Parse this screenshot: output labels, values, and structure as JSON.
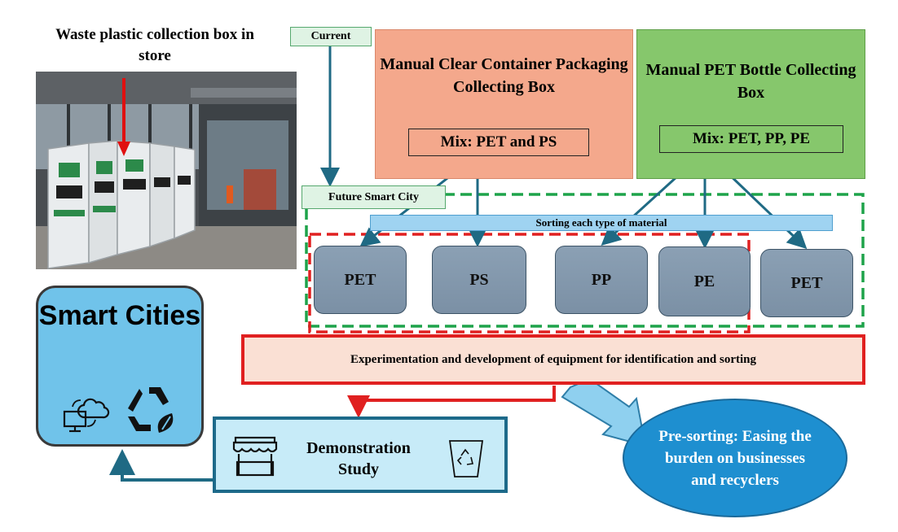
{
  "photo": {
    "title": "Waste plastic collection box in store"
  },
  "tags": {
    "current": "Current",
    "future": "Future Smart City"
  },
  "boxes": {
    "clear_title": "Manual Clear Container Packaging Collecting Box",
    "clear_mix": "Mix: PET and PS",
    "pet_title": "Manual PET Bottle Collecting Box",
    "pet_mix": "Mix: PET, PP, PE"
  },
  "sorting_bar": "Sorting each type of material",
  "materials": [
    "PET",
    "PS",
    "PP",
    "PE",
    "PET"
  ],
  "experimentation": "Experimentation and development of equipment for identification and sorting",
  "smart_cities": "Smart Cities",
  "demonstration": "Demonstration Study",
  "presorting": "Pre-sorting: Easing the burden on businesses and recyclers",
  "colors": {
    "clear_box": "#f4a88c",
    "pet_box": "#86c76c",
    "red_dash": "#e02020",
    "green_dash": "#1ea34a",
    "arrow": "#1f6a84",
    "smart_bg": "#70c3ea",
    "ellipse": "#1e8fd0"
  }
}
